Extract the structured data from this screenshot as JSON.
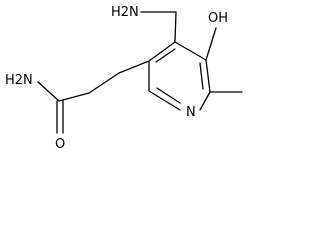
{
  "molecule": {
    "labels": {
      "amine": "H2N",
      "hydroxyl": "OH",
      "amide_nitrogen": "H2N",
      "carbonyl_oxygen": "O",
      "ring_nitrogen": "N"
    },
    "colors": {
      "bond": "#000000",
      "text": "#000000",
      "background": "#ffffff"
    }
  }
}
